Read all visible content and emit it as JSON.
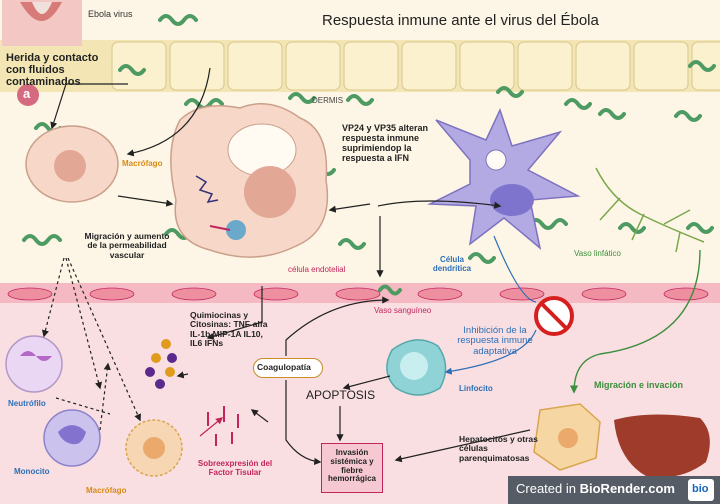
{
  "title": "Respuesta inmune ante el virus del Ébola",
  "labels": {
    "ebola_virus": "Ebola virus",
    "herida": "Herida y contacto con fluidos contaminados",
    "badge": "a",
    "dermis": "DERMIS",
    "macrofago_top": "Macrófago",
    "vp24": "VP24 y VP35 alteran respuesta inmune suprimiendop la respuesta a IFN",
    "migracion": "Migración y aumento de la permeabilidad vascular",
    "celula_endotelial": "célula endotelial",
    "celula_dendritica": "Célula dendrítica",
    "vaso_linfatico": "Vaso linfático",
    "vaso_sanguineo": "Vaso sanguíneo",
    "inhibicion": "Inhibición de la respuesta inmune adaptativa",
    "quimiocinas": "Quimiocinas y Citosinas: TNF-alfa IL-1b MIP-1A IL10, IL6 IFNs",
    "coagulopatia": "Coagulopatía",
    "linfocito": "Linfocito",
    "migracion_invasion": "Migración e invación",
    "apoptosis": "APOPTOSIS",
    "neutrofilo": "Neutrófilo",
    "hepatocitos": "Hepatocitos y otras células parenquimatosas",
    "invasion": "Invasión sistémica y fiebre hemorrágica",
    "monocito": "Monocito",
    "sobreexpresion": "Sobreexpresión del Factor Tisular",
    "macrofago_bottom": "Macrófago"
  },
  "credit": {
    "created_in": "Created in",
    "brand": "BioRender.com",
    "logo": "bio"
  },
  "colors": {
    "skin_bg": "#fdf6e6",
    "vessel_bg": "#f9dfe2",
    "epidermis_cell": "#fbf1cf",
    "endothelial_cell": "#f1a8b4",
    "virus": "#4e9a63",
    "macrophage": "#f7d7c7",
    "dendritic": "#b3a9e3",
    "lymphocyte": "#8fd3d6",
    "inhibition": "#d62020",
    "arrow": "#222222"
  }
}
